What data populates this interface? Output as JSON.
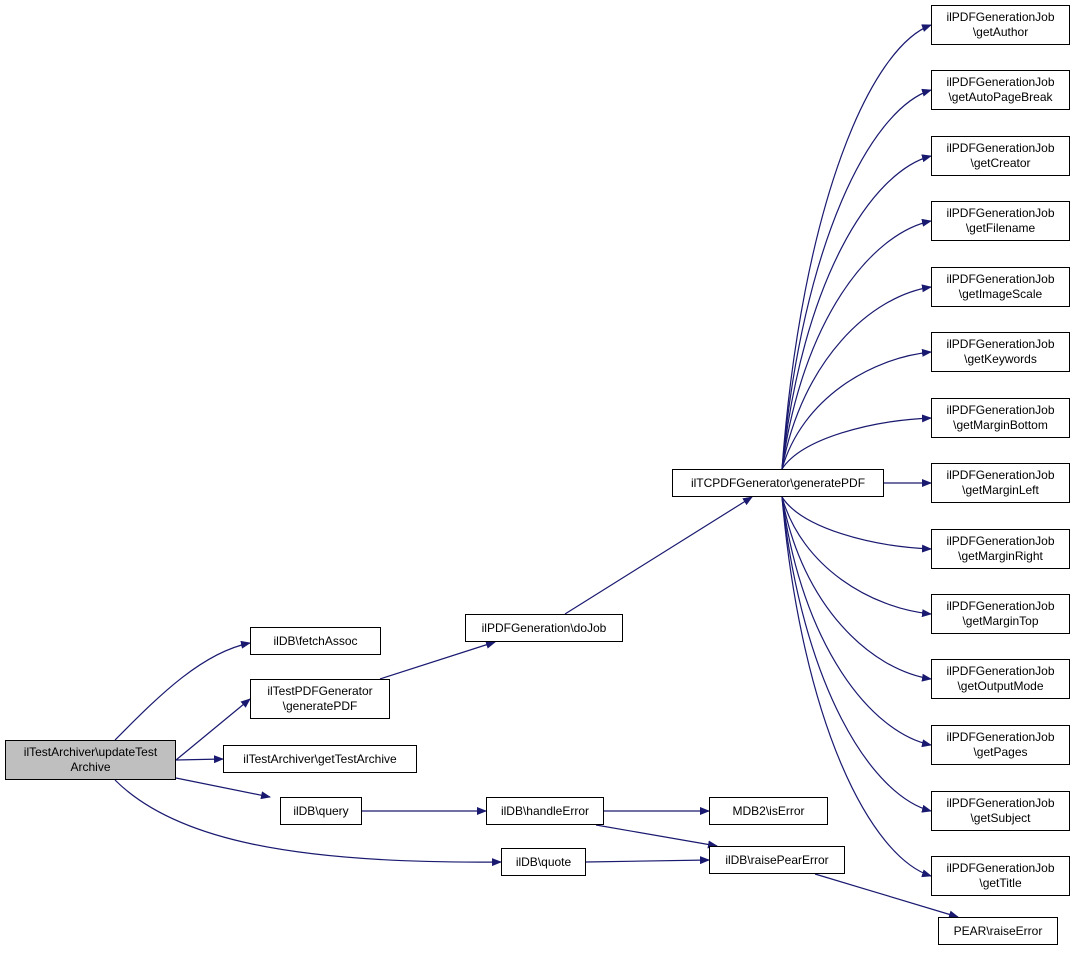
{
  "colors": {
    "edge": "#191970",
    "root_fill": "#bfbfbf",
    "node_fill": "#ffffff",
    "border": "#000000"
  },
  "nodes": {
    "root": {
      "line1": "ilTestArchiver\\updateTest",
      "line2": "Archive"
    },
    "fetchAssoc": {
      "line1": "ilDB\\fetchAssoc"
    },
    "testPdfGen": {
      "line1": "ilTestPDFGenerator",
      "line2": "\\generatePDF"
    },
    "getTestArch": {
      "line1": "ilTestArchiver\\getTestArchive"
    },
    "query": {
      "line1": "ilDB\\query"
    },
    "quote": {
      "line1": "ilDB\\quote"
    },
    "doJob": {
      "line1": "ilPDFGeneration\\doJob"
    },
    "tcpdf": {
      "line1": "ilTCPDFGenerator\\generatePDF"
    },
    "handleError": {
      "line1": "ilDB\\handleError"
    },
    "isError": {
      "line1": "MDB2\\isError"
    },
    "raisePear": {
      "line1": "ilDB\\raisePearError"
    },
    "raiseError": {
      "line1": "PEAR\\raiseError"
    },
    "getAuthor": {
      "line1": "ilPDFGenerationJob",
      "line2": "\\getAuthor"
    },
    "getAutoPageBreak": {
      "line1": "ilPDFGenerationJob",
      "line2": "\\getAutoPageBreak"
    },
    "getCreator": {
      "line1": "ilPDFGenerationJob",
      "line2": "\\getCreator"
    },
    "getFilename": {
      "line1": "ilPDFGenerationJob",
      "line2": "\\getFilename"
    },
    "getImageScale": {
      "line1": "ilPDFGenerationJob",
      "line2": "\\getImageScale"
    },
    "getKeywords": {
      "line1": "ilPDFGenerationJob",
      "line2": "\\getKeywords"
    },
    "getMarginBottom": {
      "line1": "ilPDFGenerationJob",
      "line2": "\\getMarginBottom"
    },
    "getMarginLeft": {
      "line1": "ilPDFGenerationJob",
      "line2": "\\getMarginLeft"
    },
    "getMarginRight": {
      "line1": "ilPDFGenerationJob",
      "line2": "\\getMarginRight"
    },
    "getMarginTop": {
      "line1": "ilPDFGenerationJob",
      "line2": "\\getMarginTop"
    },
    "getOutputMode": {
      "line1": "ilPDFGenerationJob",
      "line2": "\\getOutputMode"
    },
    "getPages": {
      "line1": "ilPDFGenerationJob",
      "line2": "\\getPages"
    },
    "getSubject": {
      "line1": "ilPDFGenerationJob",
      "line2": "\\getSubject"
    },
    "getTitle": {
      "line1": "ilPDFGenerationJob",
      "line2": "\\getTitle"
    }
  },
  "edges": [
    [
      "root",
      "fetchAssoc"
    ],
    [
      "root",
      "testPdfGen"
    ],
    [
      "root",
      "getTestArch"
    ],
    [
      "root",
      "query"
    ],
    [
      "root",
      "quote"
    ],
    [
      "testPdfGen",
      "doJob"
    ],
    [
      "doJob",
      "tcpdf"
    ],
    [
      "query",
      "handleError"
    ],
    [
      "handleError",
      "isError"
    ],
    [
      "handleError",
      "raisePear"
    ],
    [
      "quote",
      "raisePear"
    ],
    [
      "raisePear",
      "raiseError"
    ],
    [
      "tcpdf",
      "getAuthor"
    ],
    [
      "tcpdf",
      "getAutoPageBreak"
    ],
    [
      "tcpdf",
      "getCreator"
    ],
    [
      "tcpdf",
      "getFilename"
    ],
    [
      "tcpdf",
      "getImageScale"
    ],
    [
      "tcpdf",
      "getKeywords"
    ],
    [
      "tcpdf",
      "getMarginBottom"
    ],
    [
      "tcpdf",
      "getMarginLeft"
    ],
    [
      "tcpdf",
      "getMarginRight"
    ],
    [
      "tcpdf",
      "getMarginTop"
    ],
    [
      "tcpdf",
      "getOutputMode"
    ],
    [
      "tcpdf",
      "getPages"
    ],
    [
      "tcpdf",
      "getSubject"
    ],
    [
      "tcpdf",
      "getTitle"
    ]
  ]
}
